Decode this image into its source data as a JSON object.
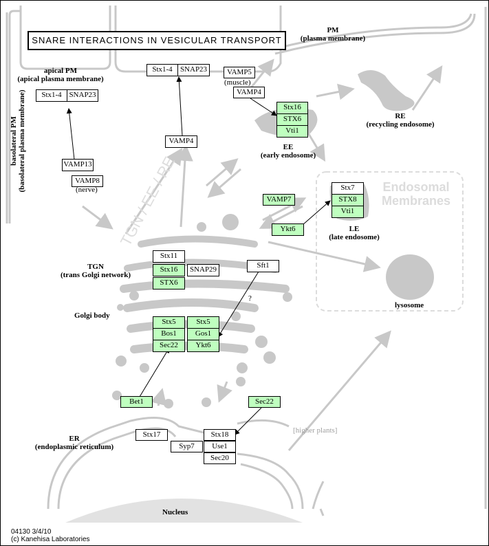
{
  "title": "SNARE INTERACTIONS IN VESICULAR TRANSPORT",
  "labels": {
    "pm": "PM",
    "pm_sub": "(plasma membrane)",
    "apical": "apical PM",
    "apical_sub": "(apical plasma membrane)",
    "baso": "basolateral PM",
    "baso_sub": "(basolateral plasma membrane)",
    "re": "RE",
    "re_sub": "(recycling endosome)",
    "ee": "EE",
    "ee_sub": "(early endosome)",
    "le": "LE",
    "le_sub": "(late endosome)",
    "tgn": "TGN",
    "tgn_sub": "(trans Golgi network)",
    "golgi": "Golgi body",
    "er": "ER",
    "er_sub": "(endoplasmic reticulum)",
    "nucleus": "Nucleus",
    "lysosome": "lysosome",
    "endosomal": "Endosomal Membranes",
    "higher": "[higher plants]",
    "watermark": "TGN / EE / RE",
    "nerve": "(nerve)",
    "muscle": "(muscle)",
    "q": "?"
  },
  "genes": {
    "stx1_4_a": "Stx1-4",
    "snap23_a": "SNAP23",
    "stx1_4_p": "Stx1-4",
    "snap23_p": "SNAP23",
    "vamp5": "VAMP5",
    "vamp4_ee": "VAMP4",
    "stx16_ee": "Stx16",
    "stx6_ee": "STX6",
    "vti1_ee": "Vti1",
    "vamp4": "VAMP4",
    "vamp13": "VAMP13",
    "vamp8": "VAMP8",
    "stx7": "Stx7",
    "stx8": "STX8",
    "vti1_le": "Vti1",
    "vamp7": "VAMP7",
    "ykt6_le": "Ykt6",
    "stx11": "Stx11",
    "stx16_tgn": "Stx16",
    "snap29": "SNAP29",
    "stx6_tgn": "STX6",
    "sft1": "Sft1",
    "stx5_a": "Stx5",
    "stx5_b": "Stx5",
    "bos1": "Bos1",
    "gos1": "Gos1",
    "sec22_g": "Sec22",
    "ykt6_g": "Ykt6",
    "bet1": "Bet1",
    "sec22_er": "Sec22",
    "stx17": "Stx17",
    "stx18": "Stx18",
    "syp7": "Syp7",
    "use1": "Use1",
    "sec20": "Sec20"
  },
  "colors": {
    "highlight": "#bfffbf",
    "membrane": "#c8c8c8"
  },
  "footer": {
    "version": "04130 3/4/10",
    "copyright": "(c) Kanehisa Laboratories"
  }
}
